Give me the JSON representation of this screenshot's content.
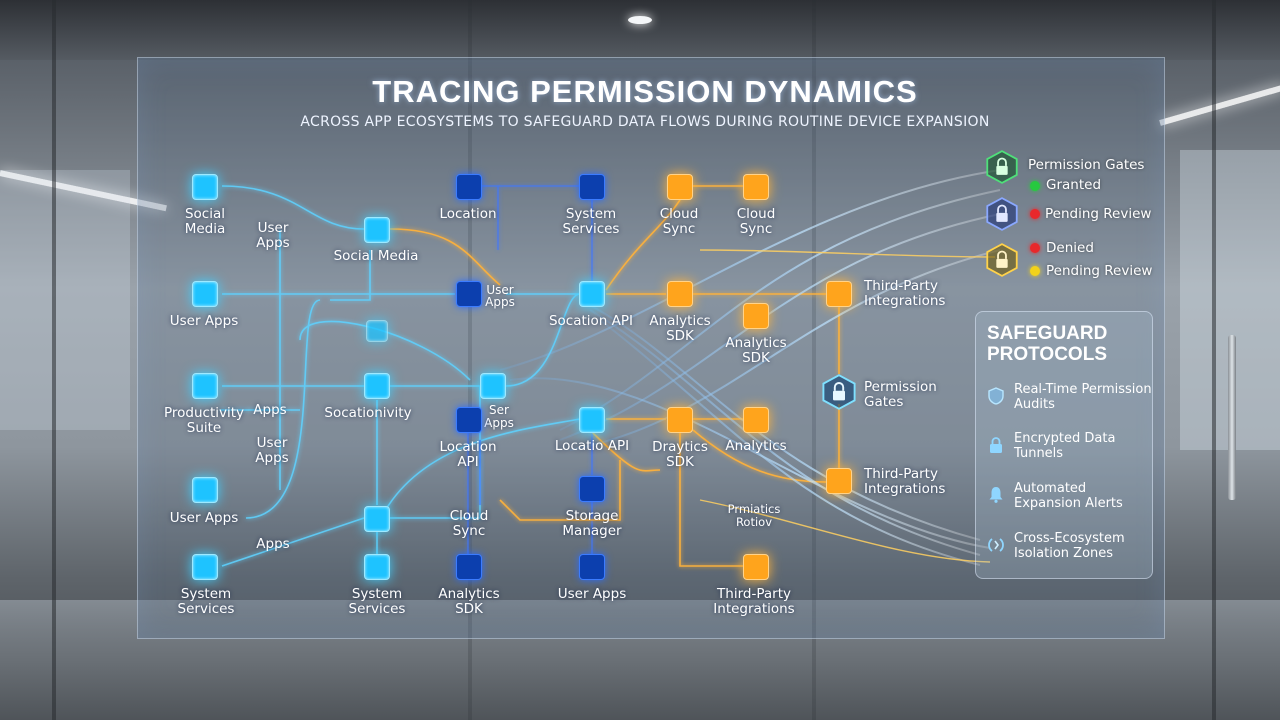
{
  "title": "TRACING PERMISSION DYNAMICS",
  "subtitle": "ACROSS APP ECOSYSTEMS TO SAFEGUARD DATA FLOWS DURING ROUTINE DEVICE EXPANSION",
  "node_labels": {
    "social_media_left": "Social\nMedia",
    "user_apps_left": "User Apps",
    "productivity_suite": "Productivity\nSuite",
    "user_apps_left2": "User Apps",
    "system_services_left": "System\nServices",
    "user_apps_c1": "User\nApps",
    "apps_a": "Apps",
    "user_apps_c2": "User\nApps",
    "apps_b": "Apps",
    "social_media_mid": "Social Media",
    "socationivity": "Socationivity",
    "system_services_mid": "System\nServices",
    "location": "Location",
    "user_apps_garbled": "User\nApps",
    "ser_apps": "Ser\nApps",
    "location_api": "Location\nAPI",
    "cloud_sync_mid": "Cloud\nSync",
    "analytics_sdk_mid": "Analytics\nSDK",
    "system_services_top": "System\nServices",
    "socation_api": "Socation API",
    "locatio_api": "Locatio API",
    "storage_manager": "Storage\nManager",
    "user_apps_bottom": "User Apps",
    "cloud_sync_1": "Cloud\nSync",
    "cloud_sync_2": "Cloud\nSync",
    "analytics_sdk_1": "Analytics\nSDK",
    "analytics_sdk_2": "Analytics\nSDK",
    "draytics_sdk": "Draytics\nSDK",
    "analytics": "Analytics",
    "third_party_1": "Third-Party\nIntegrations",
    "permission_gates": "Permission\nGates",
    "third_party_2": "Third-Party\nIntegrations",
    "third_party_3": "Third-Party\nIntegrations",
    "pmiatics_rotiov": "Prmiatics\nRotiov"
  },
  "gates_legend": {
    "title": "Permission Gates",
    "items": [
      {
        "text": "Granted",
        "color": "#27c93f"
      },
      {
        "text": "Pending Review",
        "color": "#e8282b"
      },
      {
        "text": "Denied",
        "color": "#e8282b"
      },
      {
        "text": "Pending Review",
        "color": "#f2d21b"
      }
    ]
  },
  "safeguard": {
    "title": "SAFEGUARD\nPROTOCOLS",
    "items": [
      {
        "icon": "shield-icon",
        "text": "Real-Time Permission\nAudits"
      },
      {
        "icon": "lock-icon",
        "text": "Encrypted Data\nTunnels"
      },
      {
        "icon": "bell-icon",
        "text": "Automated\nExpansion Alerts"
      },
      {
        "icon": "isolation-icon",
        "text": "Cross-Ecosystem\nIsolation Zones"
      }
    ]
  },
  "colors": {
    "cyan": "#1ec3ff",
    "blue": "#0c3fae",
    "orange": "#ffa41c",
    "granted": "#27c93f",
    "denied": "#e8282b",
    "pending": "#f2d21b"
  }
}
